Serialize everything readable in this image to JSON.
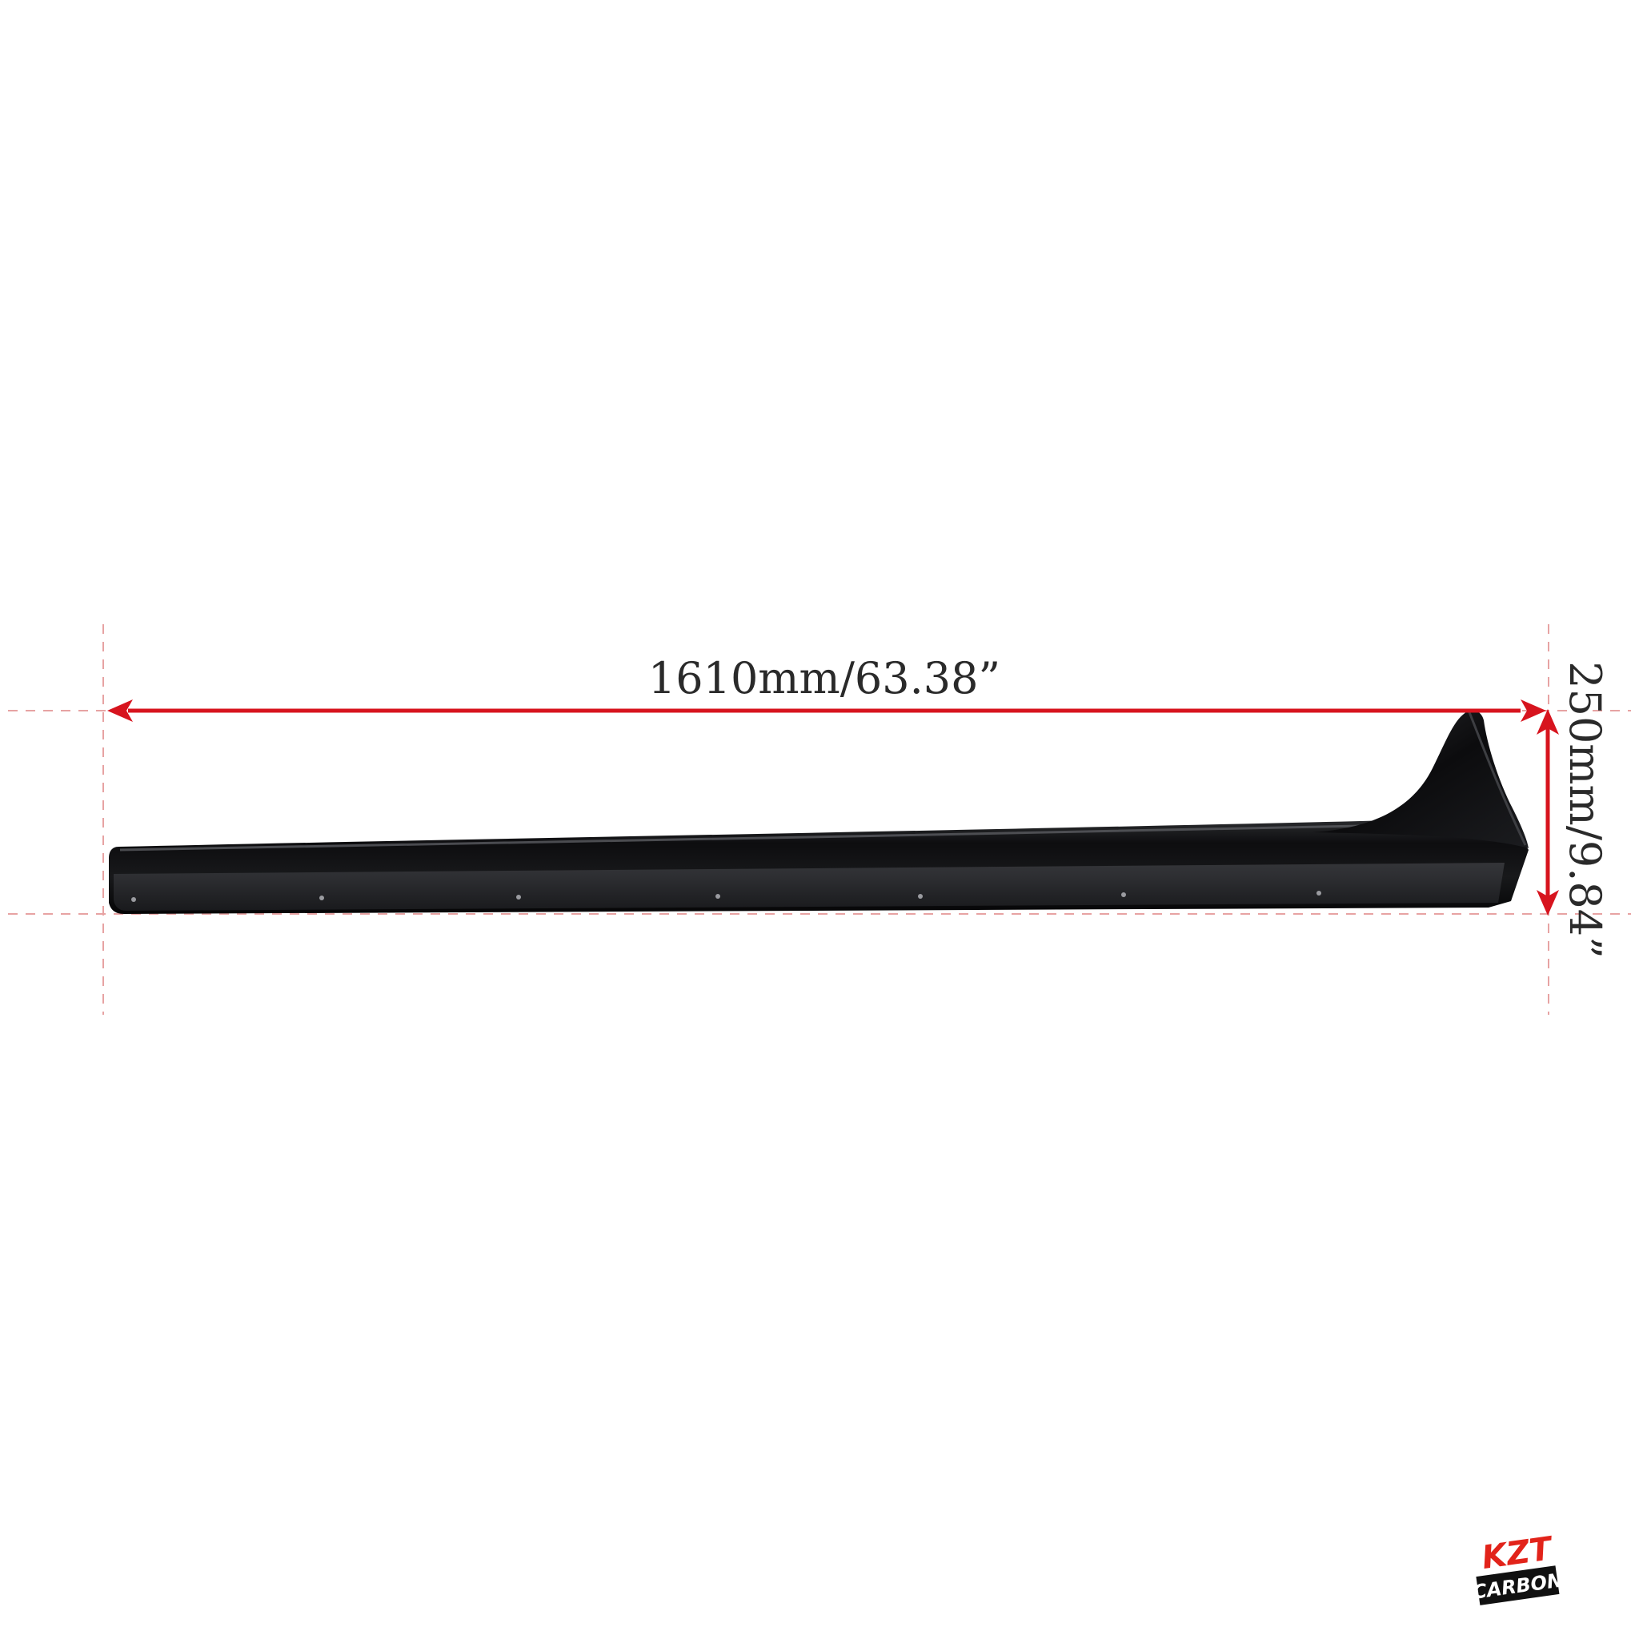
{
  "dimensions": {
    "length": {
      "label": "1610mm/63.38”",
      "value_mm": 1610,
      "value_in": 63.38
    },
    "height": {
      "label": "250mm/9.84”",
      "value_mm": 250,
      "value_in": 9.84
    }
  },
  "logo": {
    "line1": "KZT",
    "line2": "CARBON"
  },
  "colors": {
    "arrow": "#d7141e",
    "guide": "#e7a3a3",
    "part": "#121214",
    "logo_red": "#e2231a",
    "logo_black": "#111111"
  }
}
